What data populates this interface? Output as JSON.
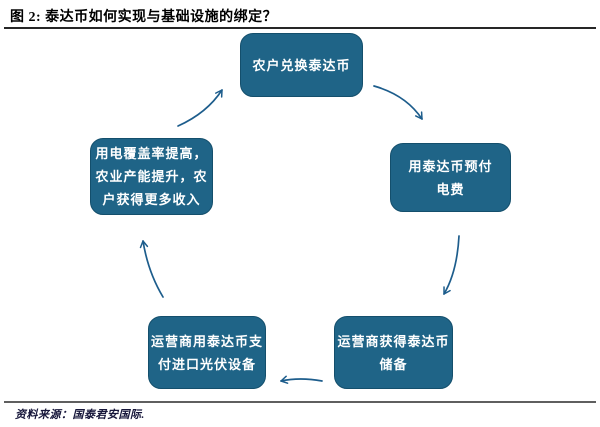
{
  "title": "图 2: 泰达币如何实现与基础设施的绑定？",
  "source_note": "资料来源：国泰君安国际.",
  "colors": {
    "box_fill": "#1f6487",
    "box_border": "#144f6c",
    "box_text": "#ffffff",
    "arrow": "#1d5d8c",
    "title_text": "#000000",
    "top_rule": "#262626",
    "bottom_rule": "#5f5f5f",
    "source_text": "#16163a"
  },
  "nodes": [
    {
      "id": "farmers-exchange-usdt",
      "label": "农户兑换泰达币"
    },
    {
      "id": "prepay-electricity",
      "label": "用泰达币预付\n电费"
    },
    {
      "id": "operator-gets-reserves",
      "label": "运营商获得泰达币\n储备"
    },
    {
      "id": "operator-pays-pv-imports",
      "label": "运营商用泰达币支\n付进口光伏设备"
    },
    {
      "id": "coverage-up-income-up",
      "label": "用电覆盖率提高，\n农业产能提升，农\n户获得更多收入"
    }
  ]
}
